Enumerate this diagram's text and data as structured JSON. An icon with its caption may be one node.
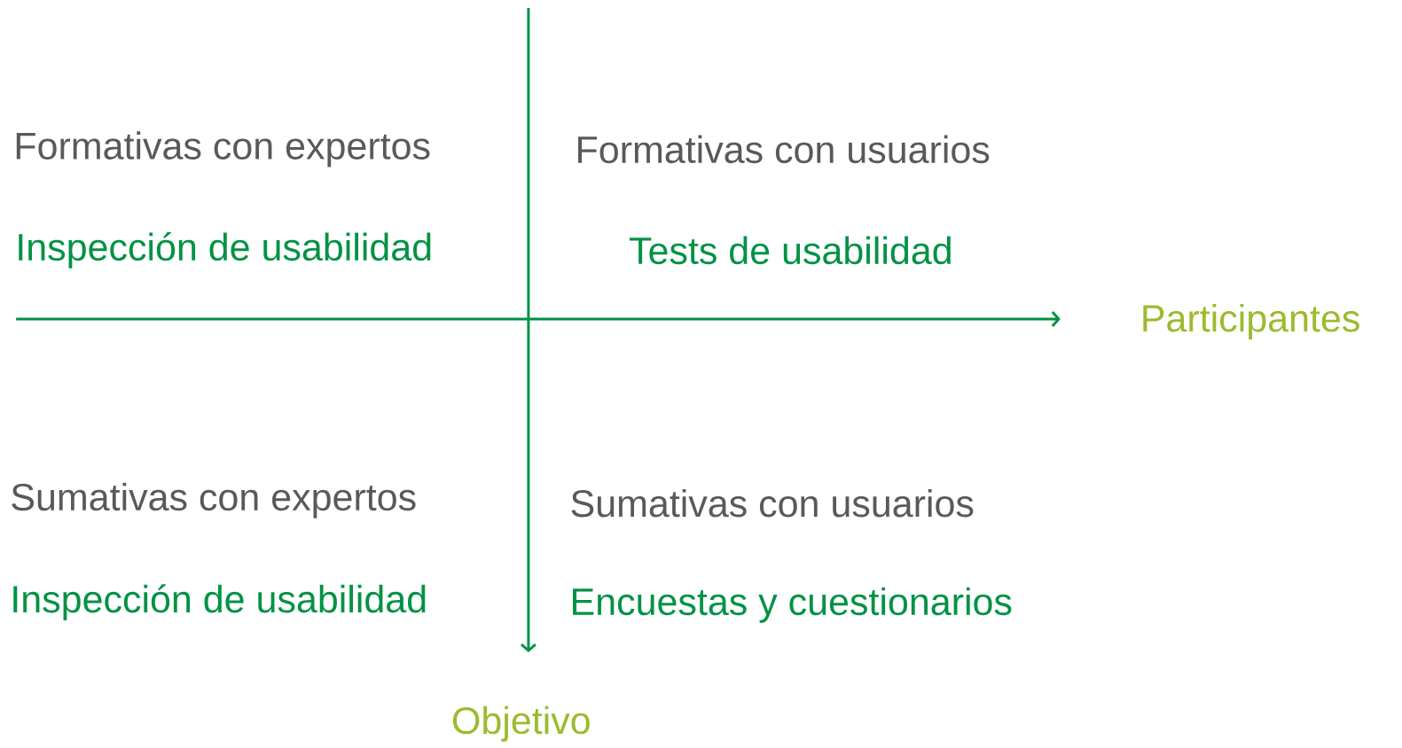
{
  "diagram": {
    "labels": [
      "Formativas con expertos",
      "Formativas con usuarios",
      "Inspección de usabilidad",
      "Tests de usabilidad",
      "Participantes",
      "Sumativas con expertos",
      "Sumativas con usuarios",
      "Inspección de usabilidad",
      "Encuestas y cuestionarios",
      "Objetivo"
    ]
  }
}
